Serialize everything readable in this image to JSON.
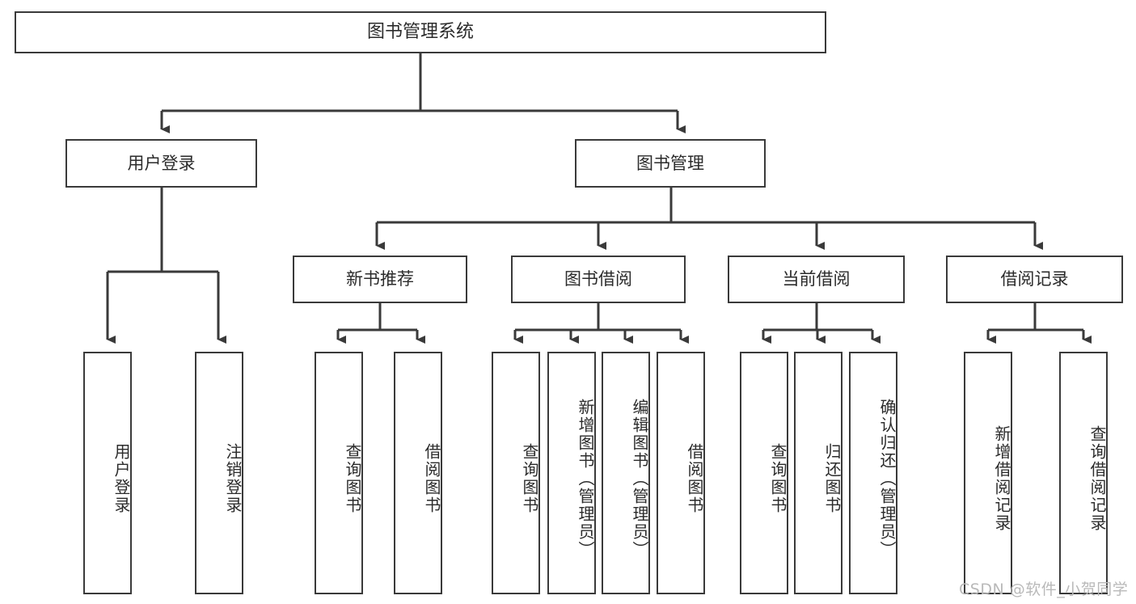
{
  "diagram": {
    "title": "图书管理系统",
    "type": "tree-hierarchy",
    "watermark": "CSDN @软件_小贺同学",
    "colors": {
      "border": "#3a3a3a",
      "text": "#2b2b2b",
      "background": "#ffffff",
      "watermark": "#b9b9b9"
    },
    "nodes": {
      "root": {
        "label": "图书管理系统"
      },
      "level2": [
        {
          "label": "用户登录"
        },
        {
          "label": "图书管理"
        }
      ],
      "level3": [
        {
          "label": "新书推荐"
        },
        {
          "label": "图书借阅"
        },
        {
          "label": "当前借阅"
        },
        {
          "label": "借阅记录"
        }
      ],
      "leaves_user_login": [
        {
          "label": "用户登录"
        },
        {
          "label": "注销登录"
        }
      ],
      "leaves_new_books": [
        {
          "label": "查询图书"
        },
        {
          "label": "借阅图书"
        }
      ],
      "leaves_borrow": [
        {
          "label": "查询图书"
        },
        {
          "label": "新增图书（管理员）"
        },
        {
          "label": "编辑图书（管理员）"
        },
        {
          "label": "借阅图书"
        }
      ],
      "leaves_current": [
        {
          "label": "查询图书"
        },
        {
          "label": "归还图书"
        },
        {
          "label": "确认归还（管理员）"
        }
      ],
      "leaves_records": [
        {
          "label": "新增借阅记录"
        },
        {
          "label": "查询借阅记录"
        }
      ]
    }
  }
}
